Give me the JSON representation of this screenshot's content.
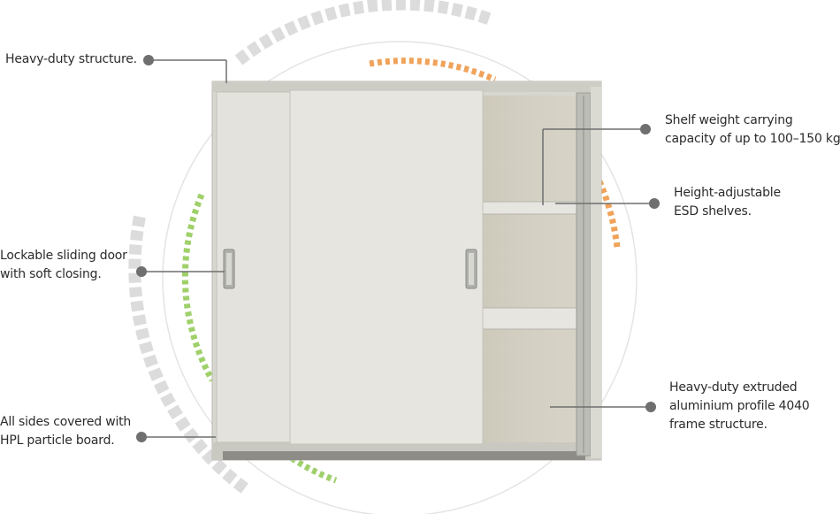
{
  "callouts": {
    "heavy_duty_structure": [
      "Heavy-duty structure."
    ],
    "lockable_door": [
      "Lockable sliding door",
      "with soft closing."
    ],
    "hpl_board": [
      "All sides covered with",
      "HPL particle board."
    ],
    "shelf_weight": [
      "Shelf weight carrying",
      "capacity of up to 100–150 kg."
    ],
    "adjustable_shelves": [
      "Height-adjustable",
      "ESD shelves."
    ],
    "aluminium_frame": [
      "Heavy-duty extruded",
      "aluminium profile 4040",
      "frame structure."
    ]
  },
  "colors": {
    "callout_line": "#6f6f6f",
    "callout_dot": "#6f6f6f",
    "accent_orange": "#f0a35a",
    "accent_green": "#9fd06a",
    "arc_gray": "#dcdcdc",
    "cabinet_body": "#dcdbd4",
    "door_panel": "#e4e3de"
  }
}
